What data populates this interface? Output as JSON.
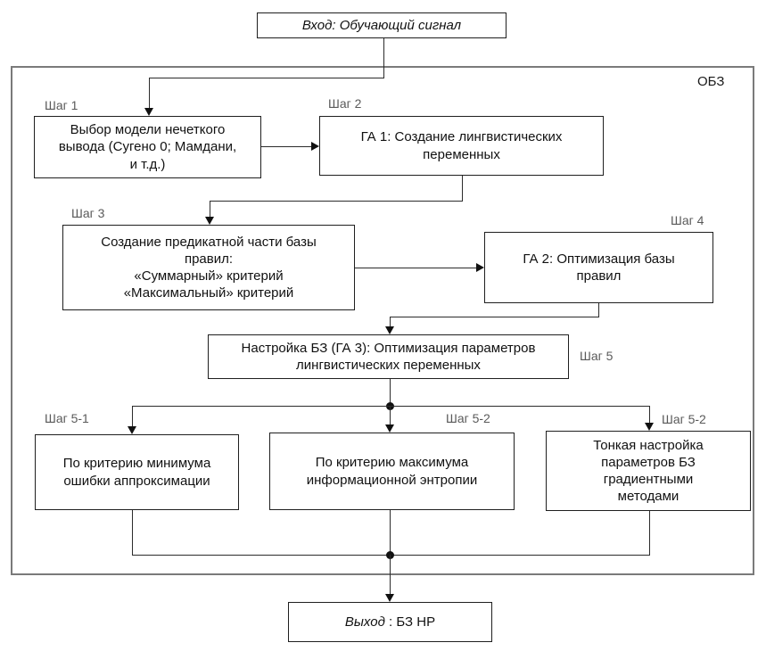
{
  "container_label": "ОБЗ",
  "nodes": {
    "input": {
      "text": "Вход: Обучающий сигнал"
    },
    "step1": {
      "label": "Шаг 1",
      "text": "Выбор модели нечеткого\nвывода (Сугено 0; Мамдани,\nи т.д.)"
    },
    "step2": {
      "label": "Шаг 2",
      "text": "ГА 1: Создание лингвистических\nпеременных"
    },
    "step3": {
      "label": "Шаг 3",
      "text": "Создание предикатной части базы\nправил:\n«Суммарный» критерий\n«Максимальный» критерий"
    },
    "step4": {
      "label": "Шаг 4",
      "text": "ГА 2: Оптимизация базы\nправил"
    },
    "step5": {
      "label": "Шаг 5",
      "text": "Настройка БЗ (ГА 3): Оптимизация параметров\nлингвистических переменных"
    },
    "step5_1": {
      "label": "Шаг 5-1",
      "text": "По критерию минимума\nошибки аппроксимации"
    },
    "step5_2": {
      "label": "Шаг 5-2",
      "text": "По критерию максимума\nинформационной энтропии"
    },
    "step5_3": {
      "label": "Шаг 5-2",
      "text": "Тонкая настройка\nпараметров БЗ\nградиентными\nметодами"
    },
    "output": {
      "text_italic": "Выход",
      "text_rest": " : БЗ НР"
    }
  }
}
